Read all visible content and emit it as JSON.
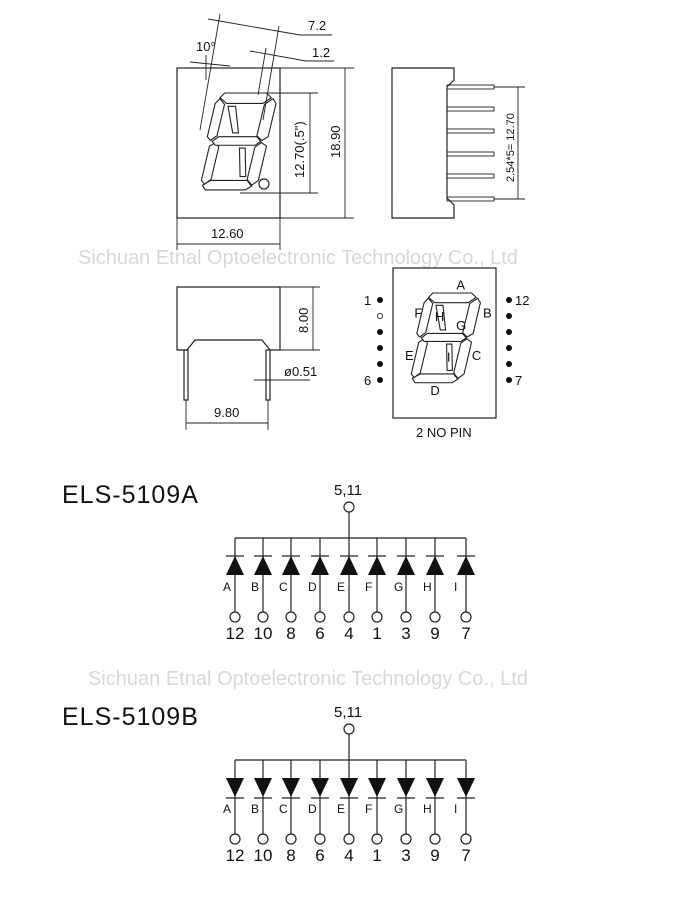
{
  "watermark": "Sichuan Etnal Optoelectronic Technology Co., Ltd",
  "front_view": {
    "angle": "10°",
    "dim_top": "7.2",
    "dim_seg": "1.2",
    "dim_height_digit": "12.70(.5\")",
    "dim_height": "18.90",
    "dim_width": "12.60"
  },
  "side_view": {
    "pitch": "2.54*5= 12.70"
  },
  "bottom_view": {
    "height": "8.00",
    "pin_diameter": "ø0.51",
    "pin_span": "9.80"
  },
  "pinout": {
    "segments": [
      "A",
      "B",
      "C",
      "D",
      "E",
      "F",
      "G",
      "H",
      "I"
    ],
    "left_pins": [
      "1",
      "",
      "",
      "",
      "",
      "6"
    ],
    "right_pins": [
      "12",
      "",
      "",
      "",
      "",
      "7"
    ],
    "note": "2 NO PIN"
  },
  "circuits": [
    {
      "title": "ELS-5109A",
      "common": "5,11",
      "direction": "up",
      "labels": [
        "A",
        "B",
        "C",
        "D",
        "E",
        "F",
        "G",
        "H",
        "I"
      ],
      "pins": [
        "12",
        "10",
        "8",
        "6",
        "4",
        "1",
        "3",
        "9",
        "7"
      ]
    },
    {
      "title": "ELS-5109B",
      "common": "5,11",
      "direction": "down",
      "labels": [
        "A",
        "B",
        "C",
        "D",
        "E",
        "F",
        "G",
        "H",
        "I"
      ],
      "pins": [
        "12",
        "10",
        "8",
        "6",
        "4",
        "1",
        "3",
        "9",
        "7"
      ]
    }
  ]
}
